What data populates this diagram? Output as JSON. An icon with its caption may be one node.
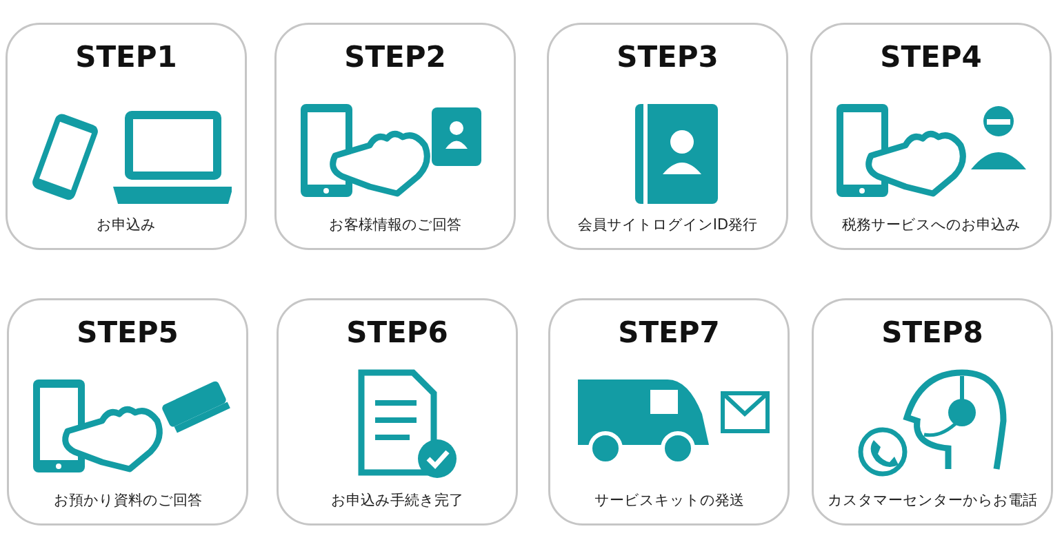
{
  "diagram": {
    "nodes": [
      {
        "text": [
          "STEP1",
          "お申込み"
        ]
      },
      {
        "text": [
          "STEP2",
          "お客様情報のご回答"
        ]
      },
      {
        "text": [
          "STEP3",
          "会員サイトログインID発行"
        ]
      },
      {
        "text": [
          "STEP4",
          "税務サービスへのお申込み"
        ]
      },
      {
        "text": [
          "STEP5",
          "お預かり資料のご回答"
        ]
      },
      {
        "text": [
          "STEP6",
          "お申込み手続き完了"
        ]
      },
      {
        "text": [
          "STEP7",
          "サービスキットの発送"
        ]
      },
      {
        "text": [
          "STEP8",
          "カスタマーセンターからお電話"
        ]
      }
    ]
  }
}
